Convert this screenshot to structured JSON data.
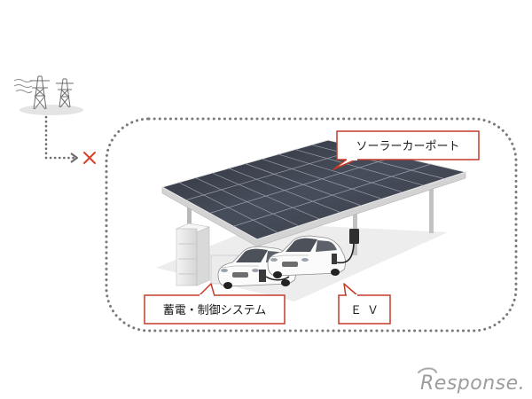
{
  "labels": {
    "solar_carport": "ソーラーカーポート",
    "storage_control_system": "蓄電・制御システム",
    "ev": "ＥＶ"
  },
  "watermark": "Response.",
  "icons": {
    "grid_power": "power-transmission-tower-icon",
    "connection": "dotted-arrow-icon",
    "blocked": "red-x-icon",
    "vehicle": "car-icon",
    "charger": "ev-charger-icon",
    "storage": "battery-cabinet-icon"
  },
  "colors": {
    "label_border": "#c23b2a",
    "blocked_mark": "#d9412b",
    "frame_dots": "#7a7a7a",
    "solar_panel": "#3a3f4a",
    "watermark": "#9c9c9c"
  }
}
